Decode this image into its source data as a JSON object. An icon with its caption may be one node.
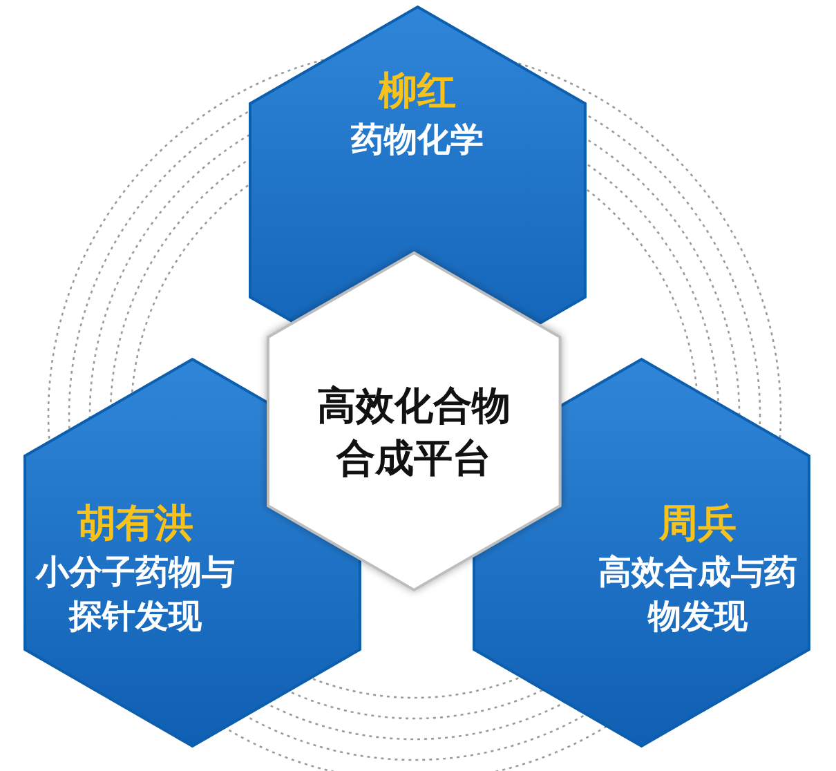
{
  "diagram": {
    "nodes": [
      {
        "text": [
          "柳红",
          "药物化学"
        ]
      },
      {
        "text": [
          "高效化合物合成平台"
        ]
      },
      {
        "text": [
          "胡有洪",
          "小分子药物与探针发现"
        ]
      },
      {
        "text": [
          "周兵",
          "高效合成与药物发现"
        ]
      }
    ]
  }
}
